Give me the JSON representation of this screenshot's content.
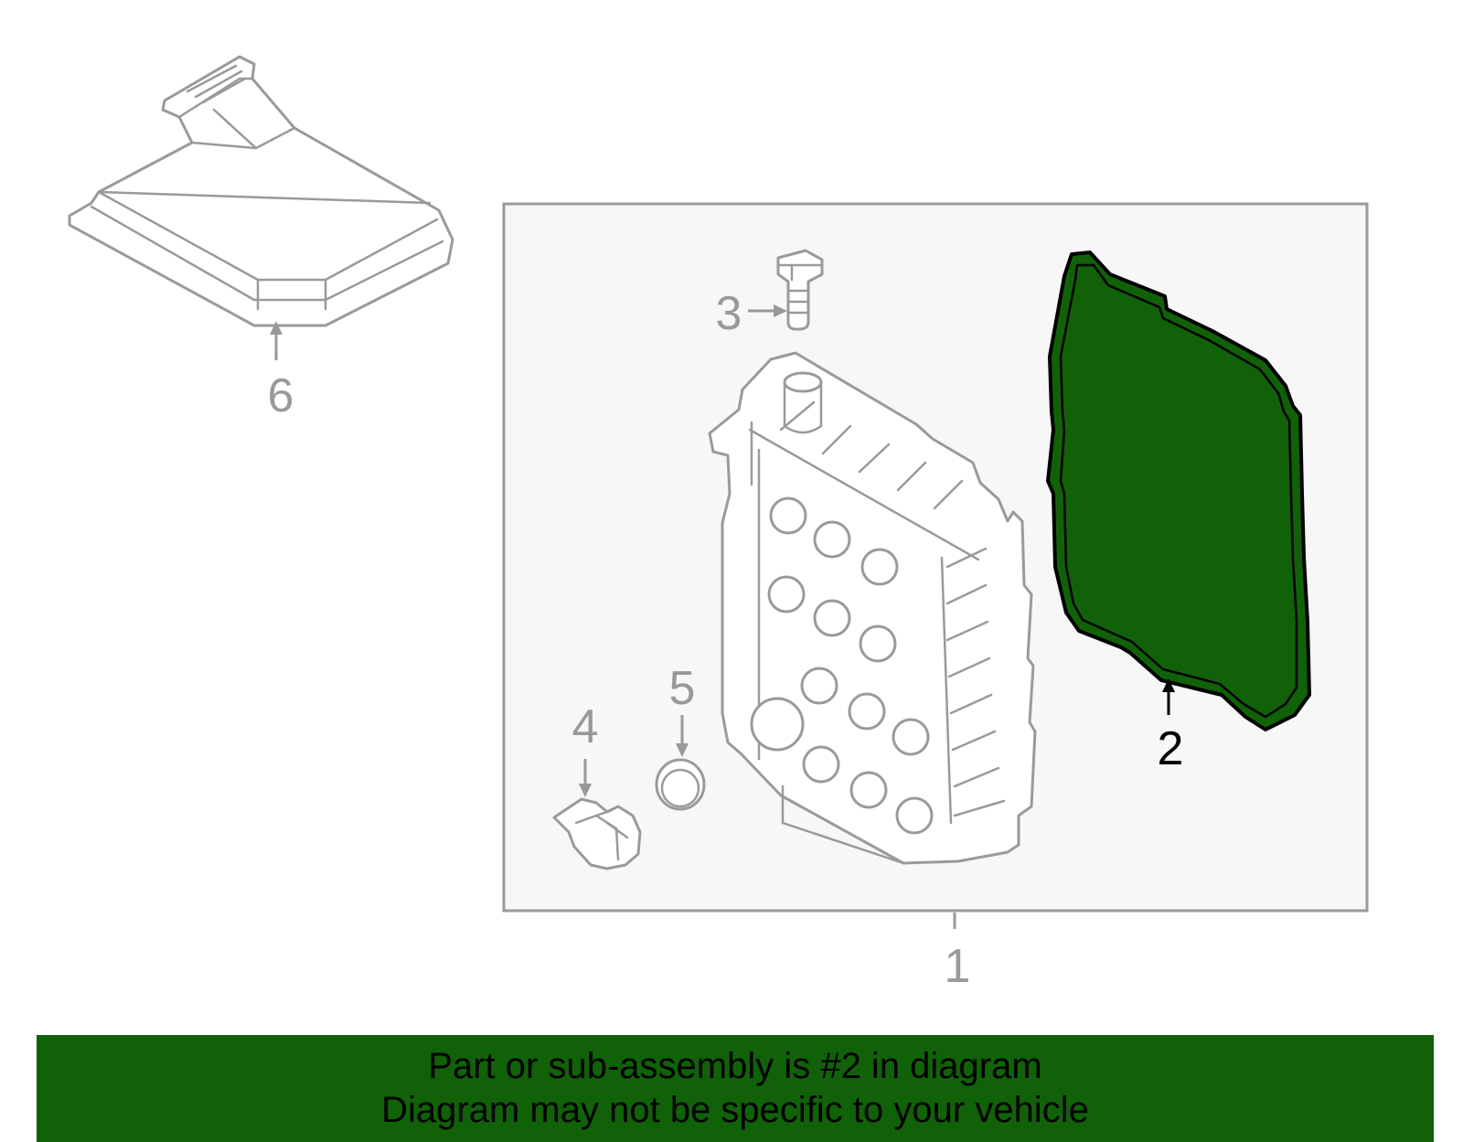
{
  "colors": {
    "highlight_fill": "#116108",
    "outline_grey": "#9a9a9a",
    "panel_bg": "#f7f7f7",
    "banner_bg": "#116108",
    "banner_text": "#000000"
  },
  "callouts": {
    "c1": "1",
    "c2": "2",
    "c3": "3",
    "c4": "4",
    "c5": "5",
    "c6": "6"
  },
  "highlighted_part": "2",
  "banner": {
    "line1": "Part or sub-assembly is #2 in diagram",
    "line2": "Diagram may not be specific to your vehicle"
  }
}
